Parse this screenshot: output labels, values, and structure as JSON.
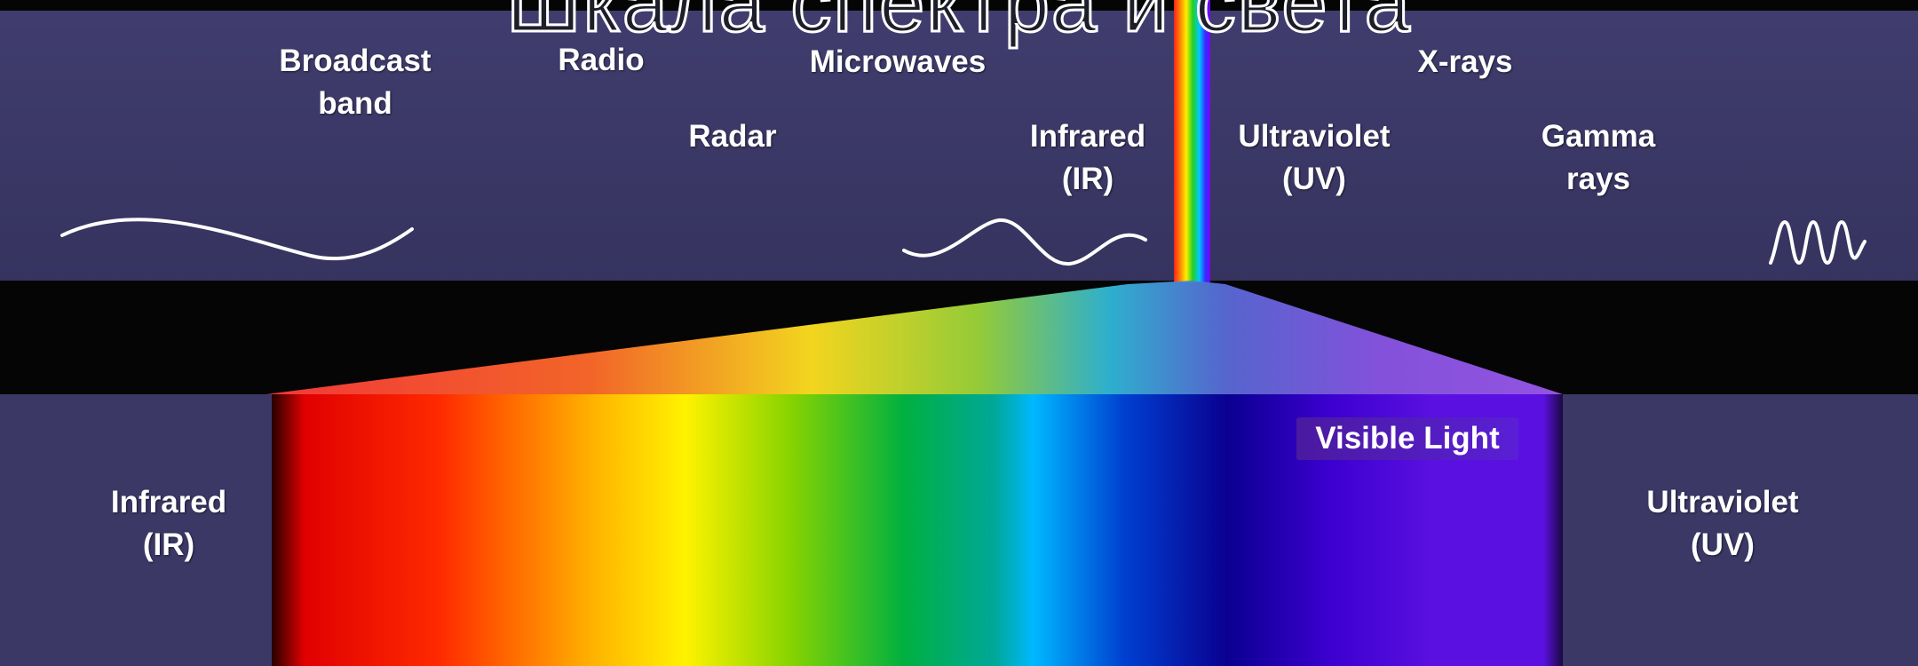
{
  "title": "Шкала спектра и света",
  "colors": {
    "panel": "#3b3866",
    "background": "#050505",
    "wave": "#ffffff",
    "text": "#ffffff"
  },
  "top_bands": {
    "broadcast": [
      "Broadcast",
      "band"
    ],
    "radio": "Radio",
    "microwaves": "Microwaves",
    "radar": "Radar",
    "infrared": [
      "Infrared",
      "(IR)"
    ],
    "xrays": "X-rays",
    "ultraviolet": [
      "Ultraviolet",
      "(UV)"
    ],
    "gamma": [
      "Gamma",
      "rays"
    ]
  },
  "bottom": {
    "visible_label": "Visible Light",
    "left": [
      "Infrared",
      "(IR)"
    ],
    "right": [
      "Ultraviolet",
      "(UV)"
    ]
  },
  "icons": {
    "long_wave": "long-wave-icon",
    "medium_wave": "medium-wave-icon",
    "short_wave": "short-wave-icon",
    "prism_beam": "rainbow-beam"
  }
}
